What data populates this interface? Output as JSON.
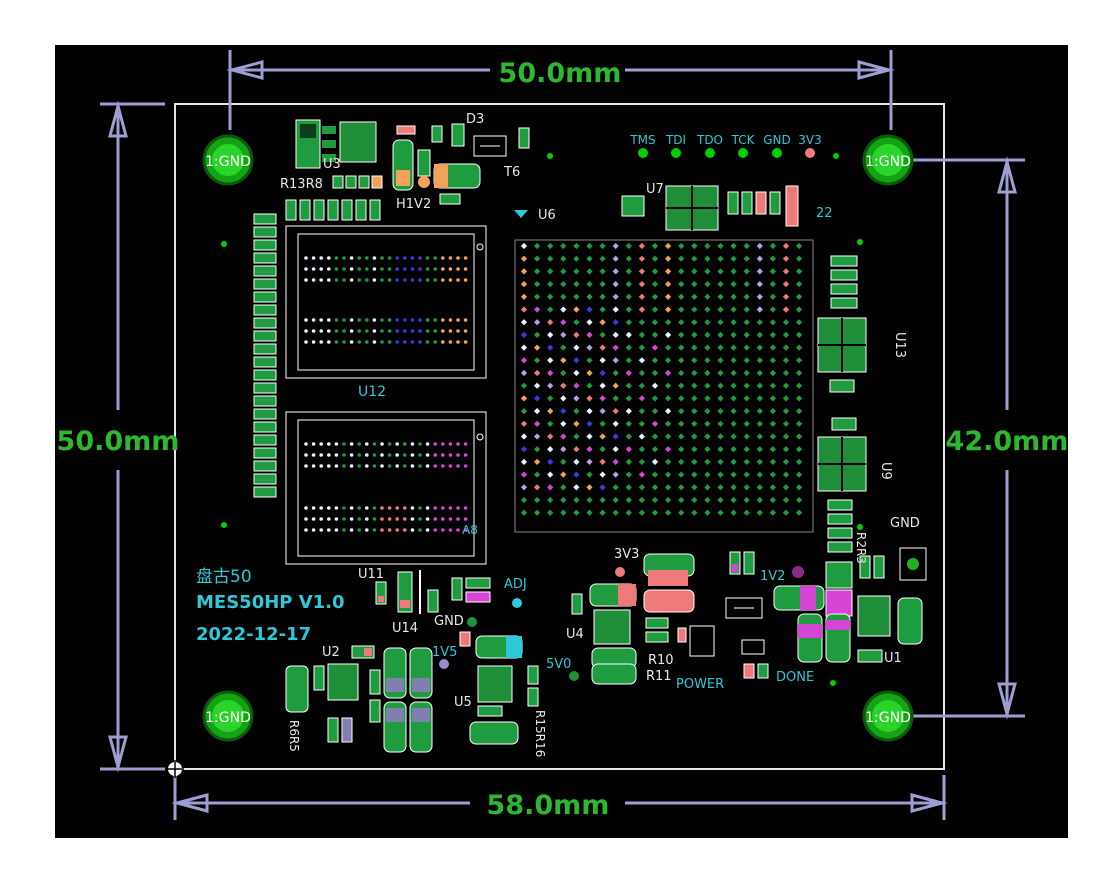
{
  "colors": {
    "background": "#000000",
    "outline": "#e6e6e6",
    "dimension": "#9e9ed2",
    "green_text": "#2db82d",
    "silk": "#2ec9d9",
    "pad": "#1f9c3f",
    "pad_dark": "#0b3d1c",
    "ic_body": "#1f8f3a",
    "via": "#00d000",
    "ref_text": "#e8e8e8",
    "orange": "#f3a25a",
    "pink": "#f07a7a",
    "magenta": "#d646d6",
    "blue": "#3a3ad8",
    "lavender": "#b7a0e8",
    "white_ball": "#e9f2ff"
  },
  "dimensions": {
    "top": "50.0mm",
    "left": "50.0mm",
    "right": "42.0mm",
    "bottom": "58.0mm"
  },
  "board": {
    "title_cn": "盘古50",
    "model": "MES50HP V1.0",
    "date": "2022-12-17"
  },
  "mounting_holes": [
    "1:GND",
    "1:GND",
    "1:GND",
    "1:GND"
  ],
  "jtag": [
    "TMS",
    "TDI",
    "TDO",
    "TCK",
    "GND",
    "3V3"
  ],
  "ref": {
    "u1": "U1",
    "u2": "U2",
    "u3": "U3",
    "u4": "U4",
    "u5": "U5",
    "u6": "U6",
    "u7": "U7",
    "u9": "U9",
    "u11": "U11",
    "u12": "U12",
    "u13": "U13",
    "u14": "U14",
    "d3": "D3",
    "t6": "T6",
    "r13r8": "R13R8",
    "h1v2": "H1V2",
    "n22": "22",
    "r2r3": "R2R3",
    "r6r5": "R6R5",
    "r15r16": "R15R16",
    "r10": "R10",
    "r11": "R11",
    "a8": "A8"
  },
  "testpoints": {
    "gnd_right": "GND",
    "v3v3": "3V3",
    "v1v2": "1V2",
    "adj": "ADJ",
    "gnd_mid": "GND",
    "v1v5": "1V5",
    "v5v0": "5V0",
    "power": "POWER",
    "done": "DONE"
  }
}
